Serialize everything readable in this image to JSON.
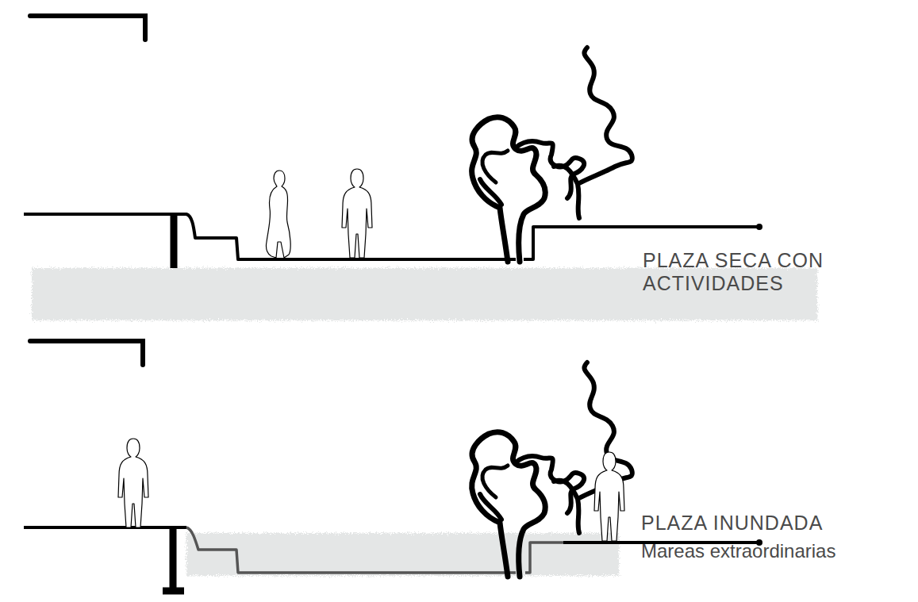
{
  "diagram": {
    "labels": [
      "PLAZA SECA CON ACTIVIDADES",
      "PLAZA INUNDADA",
      "Mareas extraordinarias"
    ]
  }
}
